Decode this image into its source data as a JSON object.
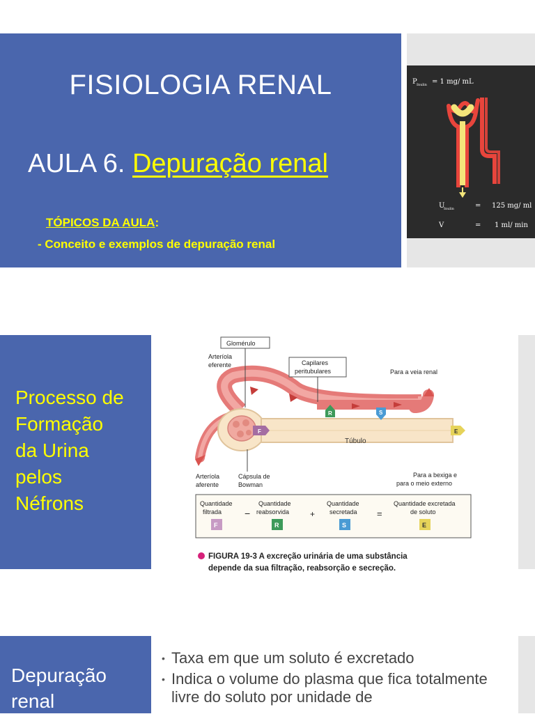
{
  "slide1": {
    "title": "FISIOLOGIA RENAL",
    "aula_prefix": "AULA 6. ",
    "aula_topic": "Depuração renal",
    "topicos_label": "TÓPICOS DA AULA",
    "topicos_colon": ":",
    "bullet": "- Conceito e exemplos de depuração renal",
    "inset": {
      "p_label": "P",
      "p_sub": "Inulin",
      "p_value": "=   1 mg/ mL",
      "u_label": "U",
      "u_sub": "Inulin",
      "u_eq": "=",
      "u_value": "125 mg/ ml",
      "v_label": "V",
      "v_eq": "=",
      "v_value": "1 ml/ min",
      "tube_color": "#e8453c",
      "glom_color": "#f3e57a"
    }
  },
  "slide2": {
    "title_lines": [
      "Processo de",
      "Formação",
      "da Urina",
      "pelos",
      "Néfrons"
    ],
    "figure": {
      "glomerulo": "Glomérulo",
      "arteriola_eferente": [
        "Arteríola",
        "eferente"
      ],
      "capilares": [
        "Capilares",
        "peritubulares"
      ],
      "veia": "Para a veia renal",
      "tubulo": "Túbulo",
      "arteriola_aferente": [
        "Arteríola",
        "aferente"
      ],
      "capsula": [
        "Cápsula de",
        "Bowman"
      ],
      "bexiga": [
        "Para a bexiga e",
        "para o meio externo"
      ],
      "eq": [
        {
          "label": [
            "Quantidade",
            "filtrada"
          ],
          "letter": "F",
          "color": "#c79ac4"
        },
        {
          "label": [
            "Quantidade",
            "reabsorvida"
          ],
          "letter": "R",
          "color": "#3d9a5a"
        },
        {
          "label": [
            "Quantidade",
            "secretada"
          ],
          "letter": "S",
          "color": "#4a9bd4"
        },
        {
          "label": [
            "Quantidade excretada",
            "de soluto"
          ],
          "letter": "E",
          "color": "#e6d35a"
        }
      ],
      "ops": [
        "−",
        "+",
        "="
      ],
      "caption_head": "FIGURA 19-3",
      "caption_line1": "  A excreção urinária de uma substância",
      "caption_line2": "depende da sua filtração, reabsorção e secreção.",
      "bullet_color": "#d6217a"
    }
  },
  "slide3": {
    "title_lines": [
      "Depuração",
      "renal"
    ],
    "bullets": [
      "Taxa em que um soluto é excretado",
      "Indica o volume do plasma que fica totalmente livre do soluto por unidade de"
    ]
  }
}
